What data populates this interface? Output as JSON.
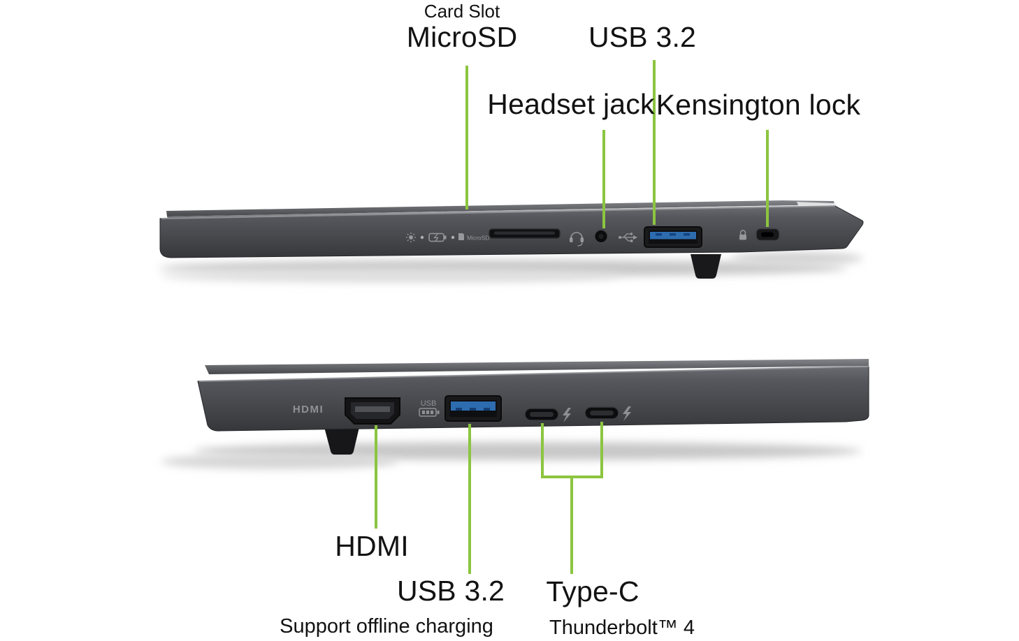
{
  "page": {
    "background": "#ffffff",
    "accent_green": "#8CC540",
    "text_color": "#121212",
    "body_metal_color": "#4a4b4f",
    "usb_port_blue": "#2e6cb0"
  },
  "top_view": {
    "card_slot_eyebrow": "Card Slot",
    "microsd_label": "MicroSD",
    "usb_label": "USB 3.2",
    "headset_label": "Headset jack",
    "kensington_label": "Kensington lock",
    "device_marking_microsd": "MicroSD",
    "icons": [
      "brightness-icon",
      "status-led-icon",
      "battery-charging-icon",
      "microsd-card-icon",
      "headset-icon",
      "usb-trident-icon",
      "kensington-lock-icon"
    ]
  },
  "bottom_view": {
    "hdmi_label": "HDMI",
    "usb_label": "USB 3.2",
    "usb_sublabel": "Support offline charging",
    "typec_label": "Type-C",
    "typec_sublabel": "Thunderbolt™ 4",
    "device_marking_hdmi": "HDMI",
    "device_marking_usb": "USB",
    "icons": [
      "usb-battery-icon",
      "thunderbolt-icon"
    ]
  }
}
